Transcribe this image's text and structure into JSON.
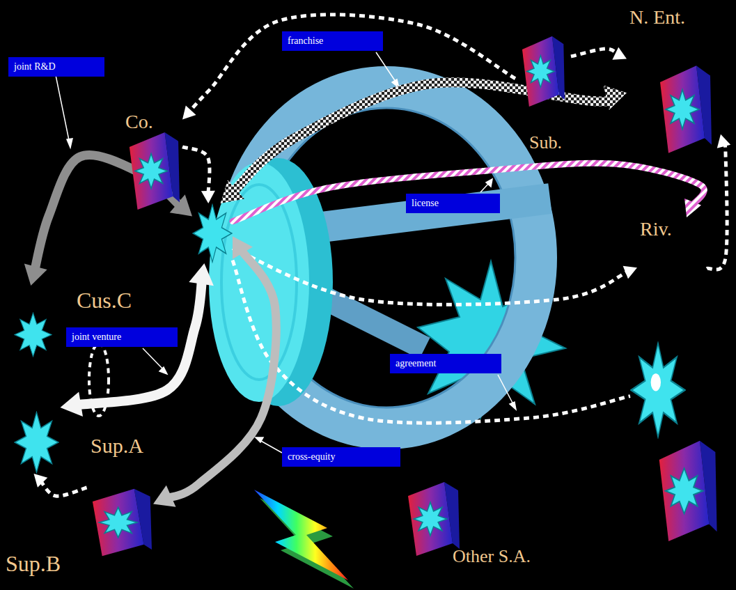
{
  "diagram": {
    "nodes": [
      {
        "text": [
          "Co."
        ]
      },
      {
        "text": [
          "Sub."
        ]
      },
      {
        "text": [
          "N. Ent."
        ]
      },
      {
        "text": []
      },
      {
        "text": [
          "Riv."
        ]
      },
      {
        "text": [
          "Cus.C"
        ]
      },
      {
        "text": []
      },
      {
        "text": [
          "Sup.A"
        ]
      },
      {
        "text": [
          "Sup.B"
        ]
      },
      {
        "text": [
          "Other S.A."
        ]
      }
    ],
    "edges": [
      {
        "from": 5,
        "to": 3,
        "arrow": "both",
        "label": "joint R&D"
      },
      {
        "from": 3,
        "to": 2,
        "arrow": "both",
        "label": "franchise"
      },
      {
        "from": 3,
        "to": 4,
        "arrow": "to",
        "label": "license"
      },
      {
        "from": 0,
        "to": 3,
        "arrow": "to"
      },
      {
        "from": 1,
        "to": 0,
        "arrow": "to"
      },
      {
        "from": 1,
        "to": 2,
        "arrow": "to"
      },
      {
        "from": 3,
        "to": 4,
        "arrow": "to"
      },
      {
        "from": 4,
        "to": 2,
        "arrow": "to"
      },
      {
        "from": 3,
        "to": 6,
        "arrow": "none",
        "label": "agreement"
      },
      {
        "from": 3,
        "to": 7,
        "arrow": "both",
        "label": "joint venture"
      },
      {
        "from": 3,
        "to": 8,
        "arrow": "both",
        "label": "cross-equity"
      },
      {
        "from": 8,
        "to": 7,
        "arrow": "to"
      }
    ]
  }
}
